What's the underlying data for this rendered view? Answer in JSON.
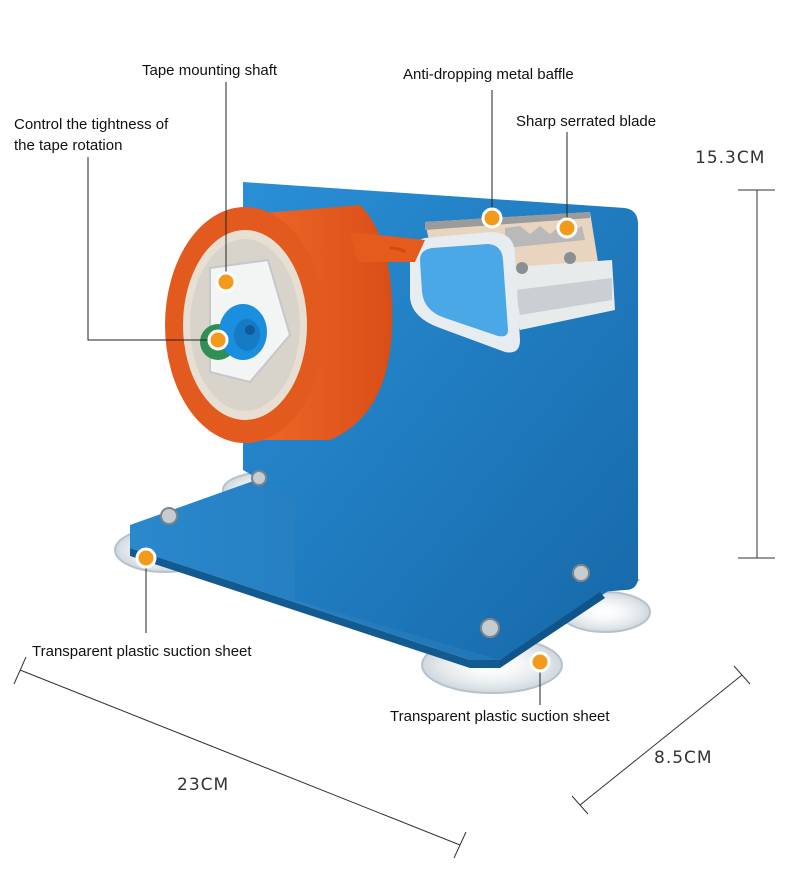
{
  "callouts": {
    "tape_shaft": "Tape mounting shaft",
    "tightness_line1": "Control the tightness of",
    "tightness_line2": "the tape rotation",
    "baffle": "Anti-dropping metal baffle",
    "blade": "Sharp serrated blade",
    "suction_left": "Transparent plastic suction sheet",
    "suction_right": "Transparent plastic suction sheet"
  },
  "dimensions": {
    "height": "15.3CM",
    "length": "23CM",
    "depth": "8.5CM"
  },
  "colors": {
    "plate": "#1f7fc4",
    "tape": "#ea5a1f",
    "marker": "#f39a1c",
    "knob": "#1a8fe0",
    "cover": "#4aa8e6"
  }
}
